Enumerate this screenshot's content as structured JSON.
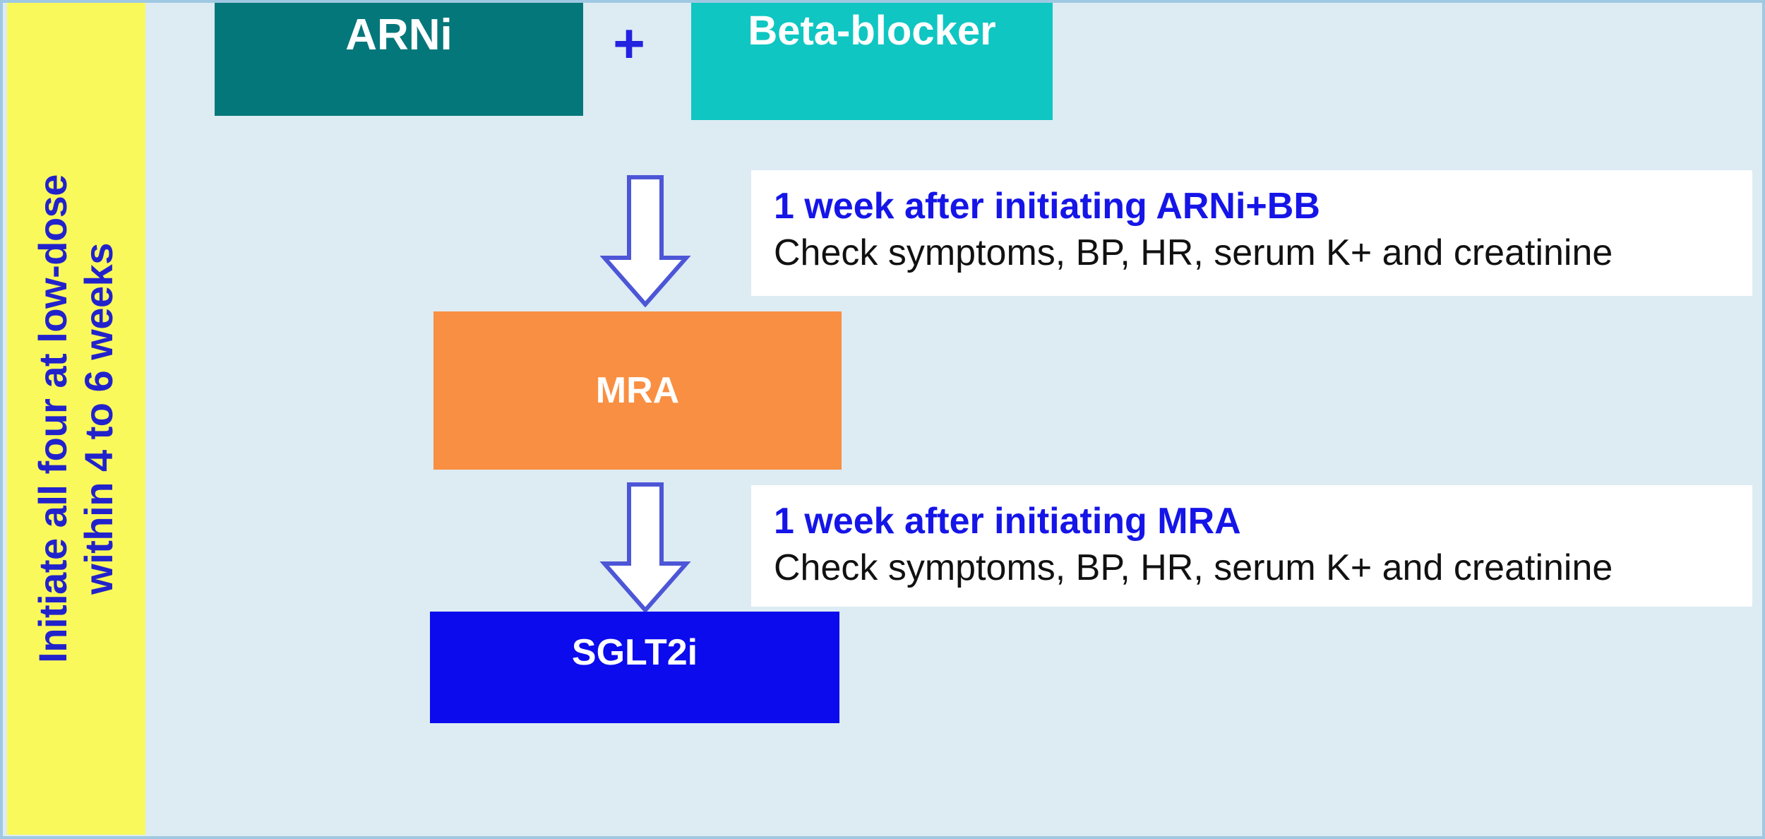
{
  "diagram": {
    "title_hidden": "",
    "background_color": "#DDEBF3",
    "side_banner": {
      "background_color": "#FAF95C",
      "text_color": "#2222CC",
      "line1": "Initiate all four at low-dose",
      "line2": "within 4 to 6 weeks"
    },
    "steps": [
      {
        "id": "arni",
        "label": "ARNi",
        "color": "#04777A",
        "text_color": "#FFFFFF"
      },
      {
        "id": "plus",
        "label": "+",
        "color": "#2222E0"
      },
      {
        "id": "beta-blocker",
        "label": "Beta-blocker",
        "color": "#0FC6C2",
        "text_color": "#FFFFFF"
      },
      {
        "id": "mra",
        "label": "MRA",
        "color": "#F98F42",
        "text_color": "#FFFFFF"
      },
      {
        "id": "sglt2i",
        "label": "SGLT2i",
        "color": "#0B0BEE",
        "text_color": "#FFFFFF"
      }
    ],
    "notes": [
      {
        "id": "note-after-arni-bb",
        "title": "1 week after initiating ARNi+BB",
        "title_color": "#1515E8",
        "body": "Check symptoms, BP, HR, serum K+ and creatinine",
        "body_color": "#111111",
        "background_color": "#FFFFFF"
      },
      {
        "id": "note-after-mra",
        "title": "1 week after initiating MRA",
        "title_color": "#1515E8",
        "body": "Check symptoms, BP, HR, serum K+ and creatinine",
        "body_color": "#111111",
        "background_color": "#FFFFFF"
      }
    ],
    "arrows": [
      {
        "id": "arrow-arni-bb-to-mra",
        "direction": "down",
        "fill": "#FFFFFF",
        "stroke": "#4C56D6"
      },
      {
        "id": "arrow-mra-to-sglt2i",
        "direction": "down",
        "fill": "#FFFFFF",
        "stroke": "#4C56D6"
      }
    ]
  }
}
